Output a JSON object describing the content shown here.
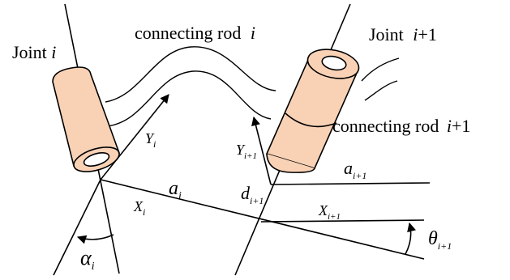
{
  "labels": {
    "joint_i_word": "Joint",
    "joint_i_sym": "i",
    "joint_i1_word": "Joint",
    "joint_i1_sym": "i",
    "joint_i1_tail": "+1",
    "rod_i_word": "connecting rod",
    "rod_i_sym": "i",
    "rod_i1_word": "connecting rod",
    "rod_i1_sym": "i",
    "rod_i1_tail": "+1",
    "Y_i_main": "Y",
    "Y_i_sub": "i",
    "X_i_main": "X",
    "X_i_sub": "i",
    "a_i_main": "a",
    "a_i_sub": "i",
    "alpha_main": "α",
    "alpha_sub": "i",
    "Y_i1_main": "Y",
    "Y_i1_sub": "i+1",
    "d_i1_main": "d",
    "d_i1_sub": "i+1",
    "a_i1_main": "a",
    "a_i1_sub": "i+1",
    "X_i1_main": "X",
    "X_i1_sub": "i+1",
    "theta_main": "θ",
    "theta_sub": "i+1"
  },
  "colors": {
    "cylinder_fill": "#f9d2b6",
    "stroke": "#000000",
    "background": "#ffffff"
  }
}
